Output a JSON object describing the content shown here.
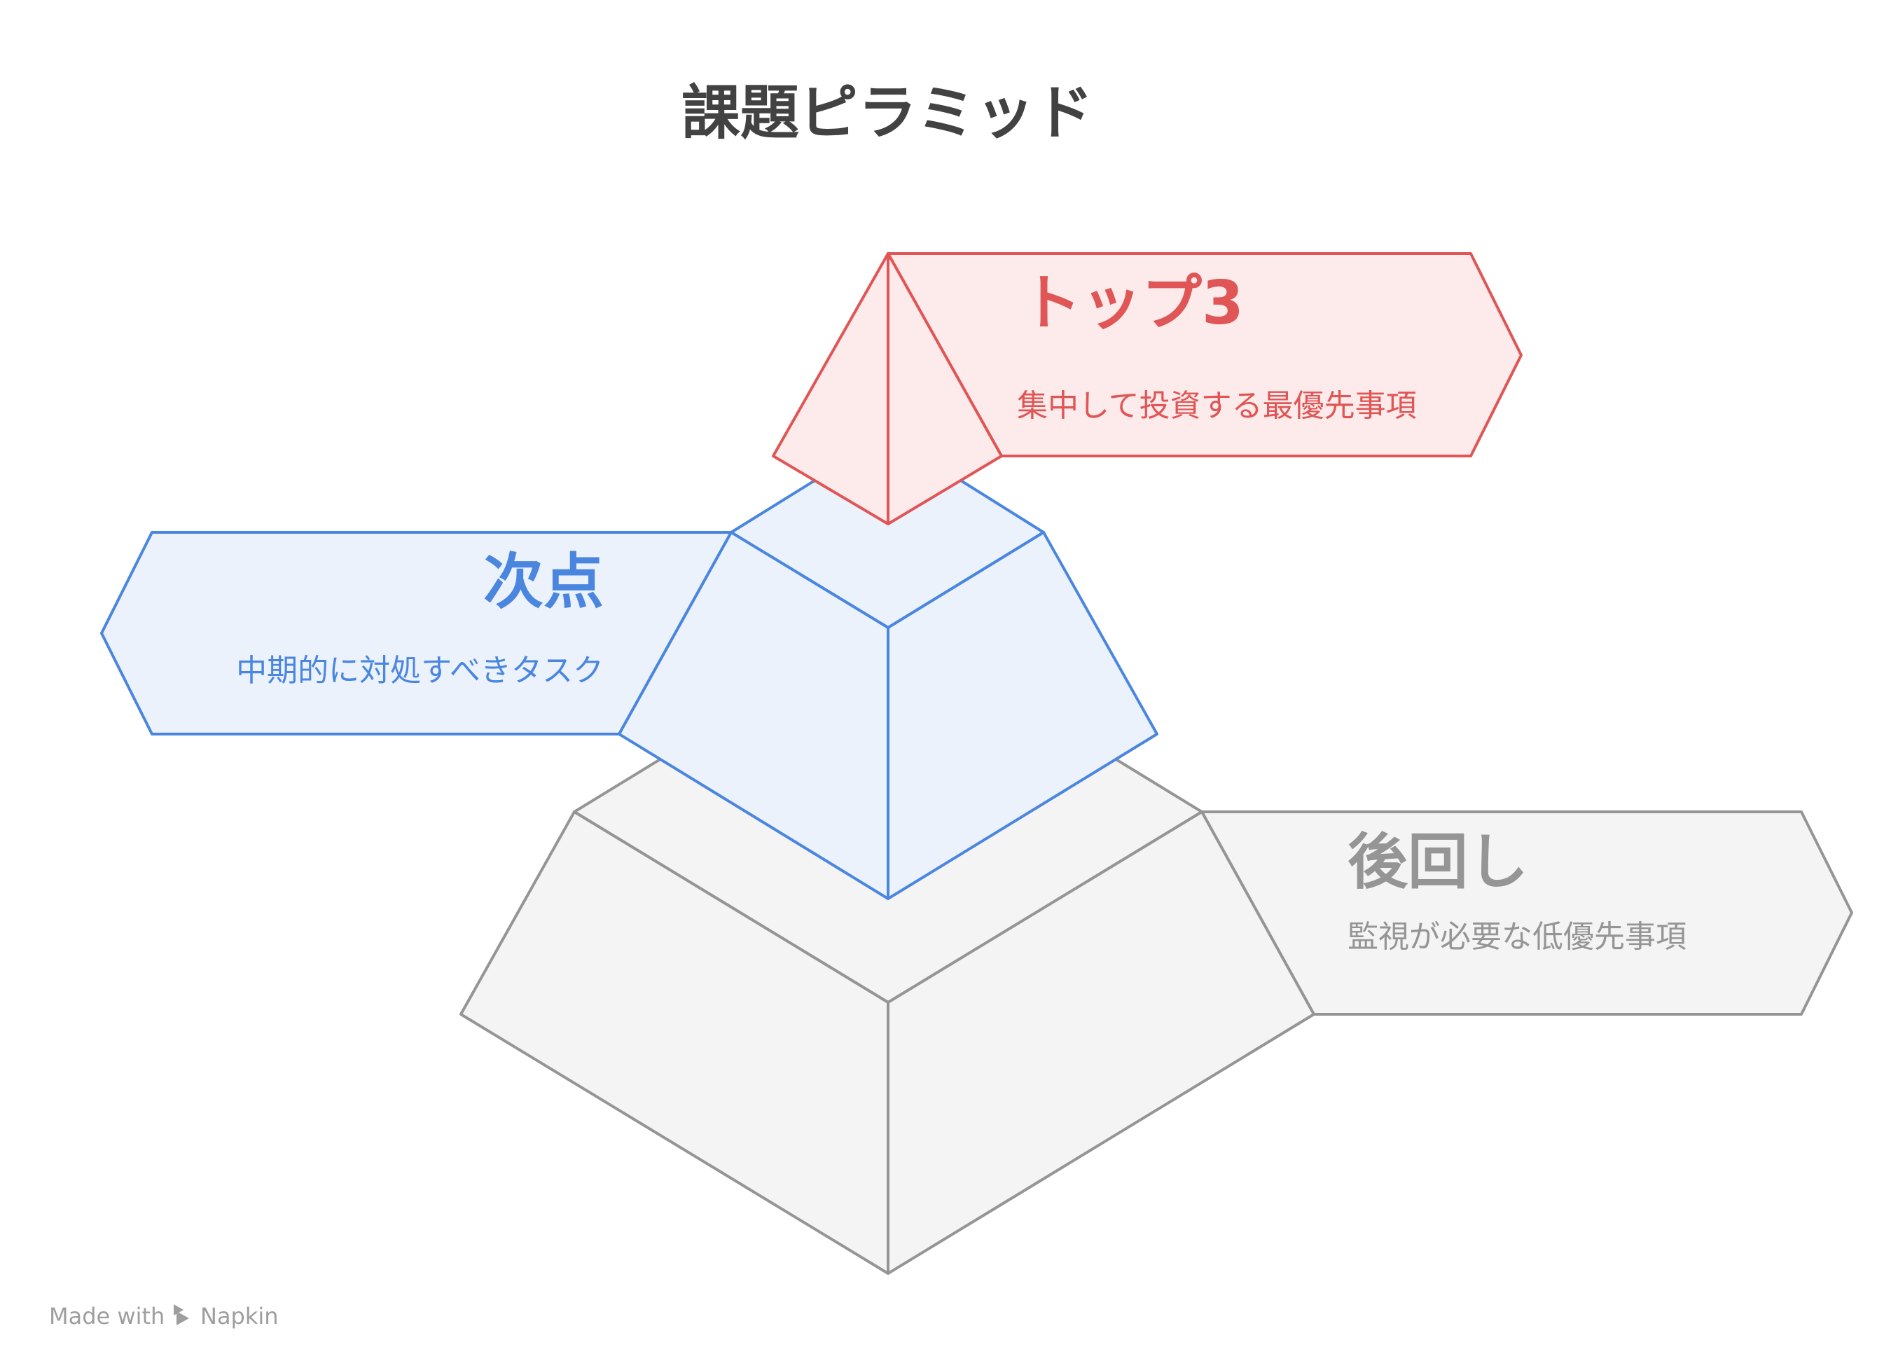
{
  "title": "課題ピラミッド",
  "tiers": [
    {
      "id": "top",
      "heading": "トップ3",
      "description": "集中して投資する最優先事項",
      "stroke": "#e05555",
      "fill": "#fdeaea"
    },
    {
      "id": "middle",
      "heading": "次点",
      "description": "中期的に対処すべきタスク",
      "stroke": "#4a86e0",
      "fill": "#ebf2fc"
    },
    {
      "id": "bottom",
      "heading": "後回し",
      "description": "監視が必要な低優先事項",
      "stroke": "#959595",
      "fill": "#f4f4f4"
    }
  ],
  "watermark": {
    "prefix": "Made with",
    "brand": "Napkin"
  }
}
